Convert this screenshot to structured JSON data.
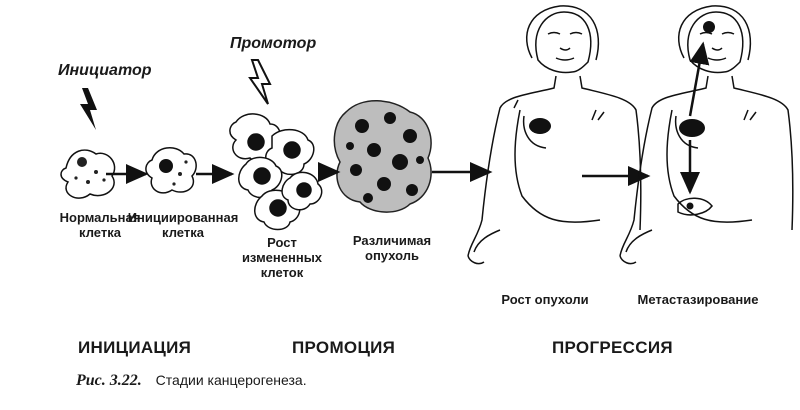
{
  "agents": {
    "initiator": "Инициатор",
    "promoter": "Промотор"
  },
  "labels": {
    "normal_cell": "Нормальная\nклетка",
    "initiated_cell": "Инициированная\nклетка",
    "altered_growth": "Рост\nизмененных\nклеток",
    "visible_tumor": "Различимая\nопухоль",
    "tumor_growth": "Рост опухоли",
    "metastasis": "Метастазирование"
  },
  "stages": {
    "initiation": "ИНИЦИАЦИЯ",
    "promotion": "ПРОМОЦИЯ",
    "progression": "ПРОГРЕССИЯ"
  },
  "caption": {
    "figure_number": "Рис. 3.22.",
    "text": "Стадии канцерогенеза."
  }
}
